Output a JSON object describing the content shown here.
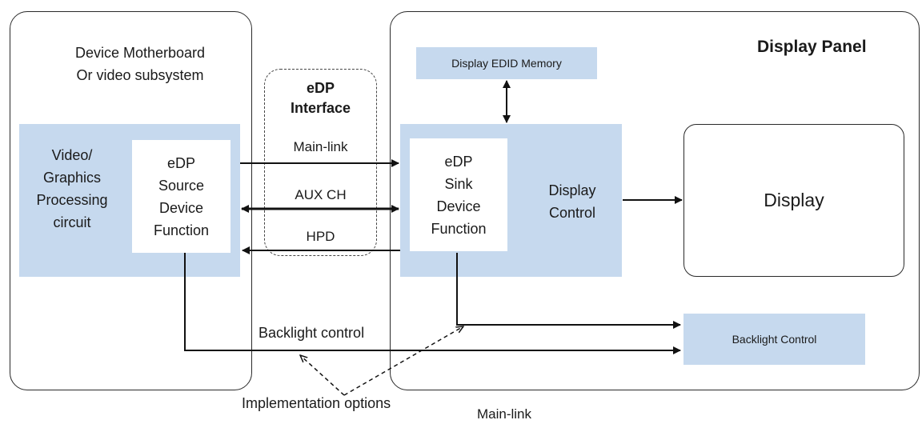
{
  "motherboard": {
    "title_line1": "Device Motherboard",
    "title_line2": "Or video subsystem",
    "gpu_label": [
      "Video/",
      "Graphics",
      "Processing",
      "circuit"
    ],
    "source_label": [
      "eDP",
      "Source",
      "Device",
      "Function"
    ]
  },
  "interface": {
    "title_line1": "eDP",
    "title_line2": "Interface",
    "main_link": "Main-link",
    "aux_ch": "AUX CH",
    "hpd": "HPD"
  },
  "panel": {
    "title": "Display Panel",
    "edid": "Display EDID Memory",
    "sink_label": [
      "eDP",
      "Sink",
      "Device",
      "Function"
    ],
    "display_control": [
      "Display",
      "Control"
    ],
    "display": "Display",
    "backlight_control": "Backlight Control"
  },
  "annotations": {
    "backlight_control": "Backlight control",
    "implementation_options": "Implementation options",
    "main_link_bottom": "Main-link"
  }
}
